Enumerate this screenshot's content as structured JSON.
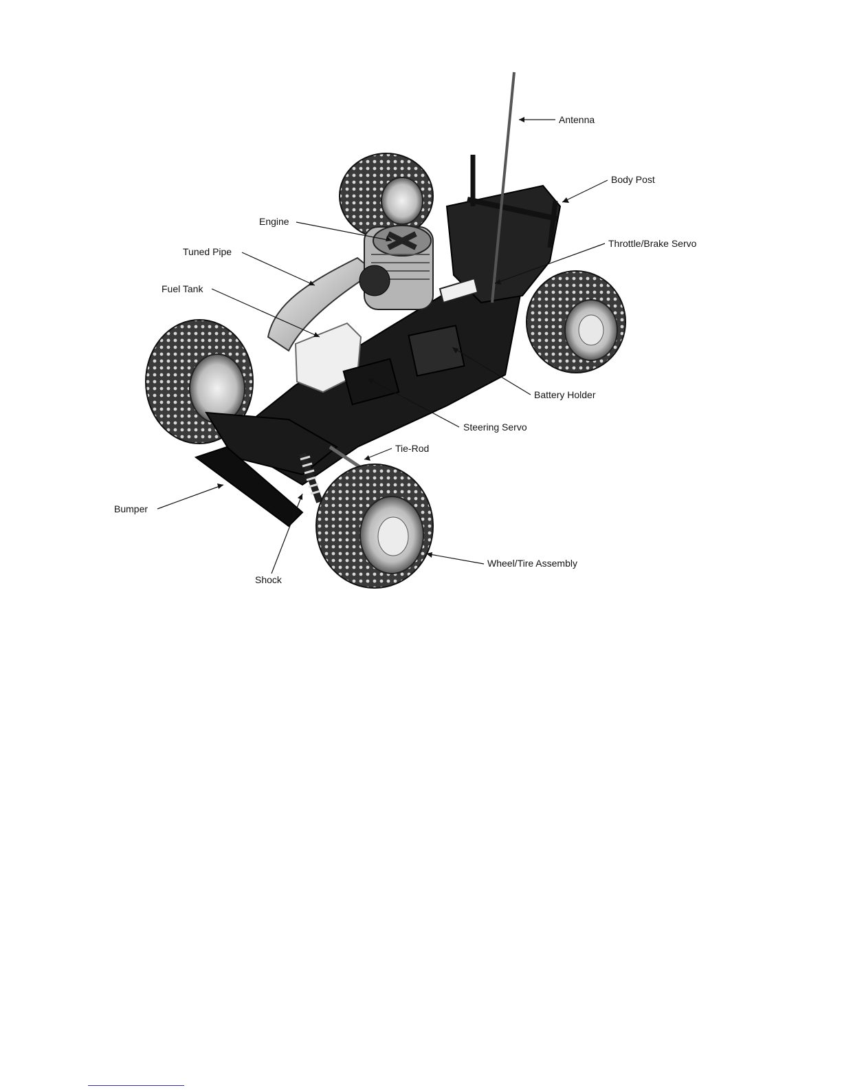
{
  "diagram": {
    "subject": "rc-monster-truck-chassis",
    "labels": {
      "antenna": "Antenna",
      "body_post": "Body Post",
      "engine": "Engine",
      "tuned_pipe": "Tuned Pipe",
      "throttle_brake_servo": "Throttle/Brake Servo",
      "fuel_tank": "Fuel Tank",
      "battery_holder": "Battery Holder",
      "steering_servo": "Steering Servo",
      "tie_rod": "Tie-Rod",
      "bumper": "Bumper",
      "wheel_tire_assembly": "Wheel/Tire Assembly",
      "shock": "Shock"
    }
  }
}
